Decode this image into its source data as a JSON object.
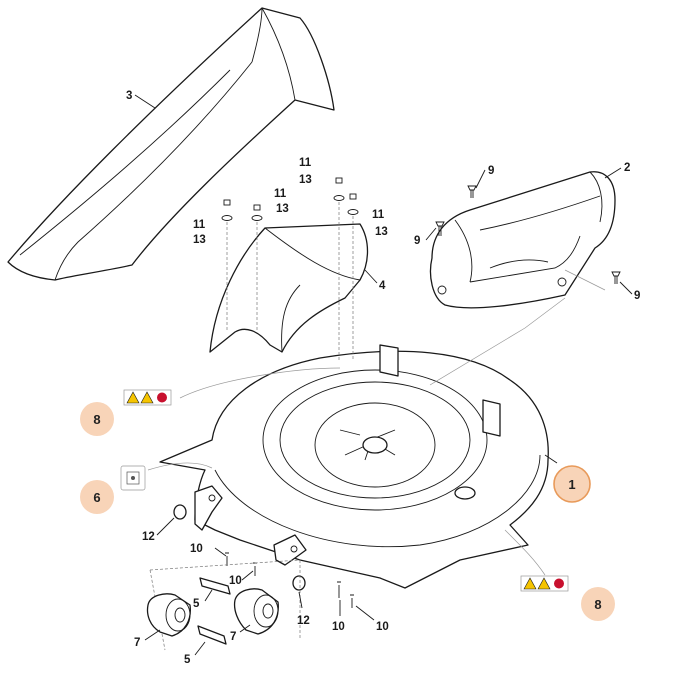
{
  "labels": {
    "l3": "3",
    "l2": "2",
    "l4": "4",
    "l9a": "9",
    "l9b": "9",
    "l9c": "9",
    "l11a": "11",
    "l11b": "11",
    "l11c": "11",
    "l11d": "11",
    "l13a": "13",
    "l13b": "13",
    "l13c": "13",
    "l13d": "13",
    "l12a": "12",
    "l12b": "12",
    "l10a": "10",
    "l10b": "10",
    "l10c": "10",
    "l10d": "10",
    "l5a": "5",
    "l5b": "5",
    "l7a": "7",
    "l7b": "7"
  },
  "callouts": {
    "c1": "1",
    "c6": "6",
    "c8a": "8",
    "c8b": "8"
  },
  "colors": {
    "callout_fill": "#f8d4b8",
    "callout_highlight_ring": "#e89a5a",
    "warning_yellow": "#f5c400",
    "stop_red": "#c8102e",
    "line": "#1a1a1a"
  },
  "icons": {
    "safety_decal": "warning-triangle-decal-icon",
    "info_decal": "info-decal-icon"
  }
}
